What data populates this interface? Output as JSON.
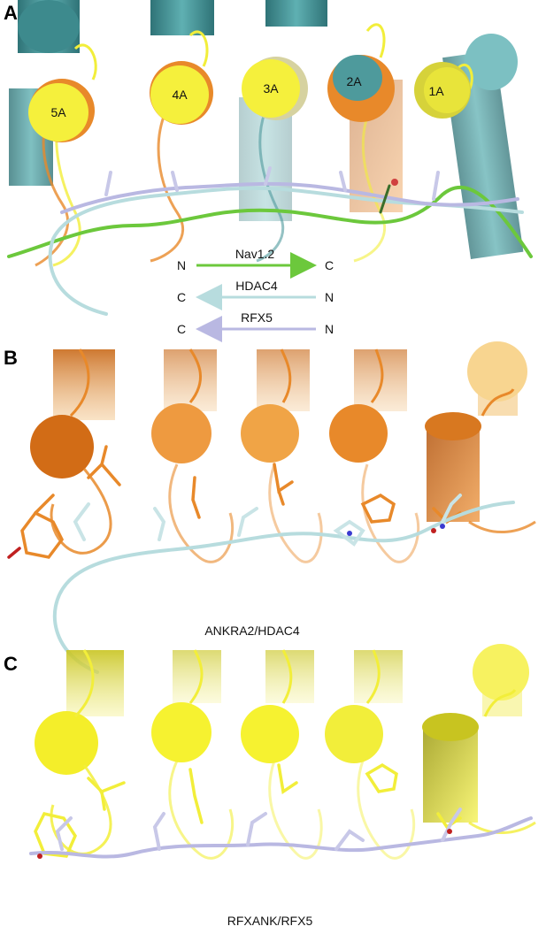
{
  "panels": {
    "a": {
      "letter": "A"
    },
    "b": {
      "letter": "B",
      "caption": "ANKRA2/HDAC4"
    },
    "c": {
      "letter": "C",
      "caption": "RFXANK/RFX5"
    }
  },
  "repeats": [
    "5A",
    "4A",
    "3A",
    "2A",
    "1A"
  ],
  "legend": {
    "nav": {
      "left": "N",
      "name": "Nav1.2",
      "right": "C"
    },
    "hdac": {
      "left": "C",
      "name": "HDAC4",
      "right": "N"
    },
    "rfx": {
      "left": "C",
      "name": "RFX5",
      "right": "N"
    }
  },
  "colors": {
    "teal": "#4e9a9c",
    "orange": "#e8892a",
    "yellow": "#f2ee3a",
    "nav_green": "#6cc83c",
    "hdac_cyan": "#b7dcde",
    "rfx_lavender": "#b9b8e2"
  }
}
